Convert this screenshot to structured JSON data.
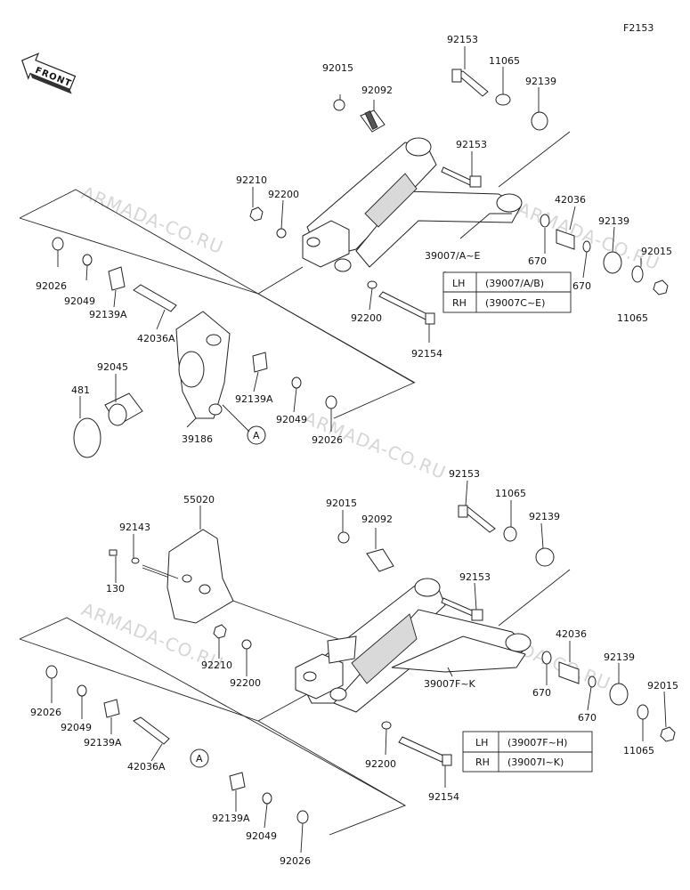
{
  "figure_code": "F2153",
  "front_label": "FRONT",
  "watermark": "ARMADA-CO.RU",
  "top_labels": {
    "p92015": "92015",
    "p92092": "92092",
    "p92153a": "92153",
    "p11065a": "11065",
    "p92139a": "92139",
    "p92153b": "92153",
    "p92210": "92210",
    "p92200a": "92200",
    "p42036": "42036",
    "p92139b": "92139",
    "p92015b": "92015",
    "p11065b": "11065",
    "p670a": "670",
    "p670b": "670",
    "p39007": "39007/A~E",
    "p92200b": "92200",
    "p92154": "92154",
    "p92026a": "92026",
    "p92049a": "92049",
    "p92139A1": "92139A",
    "p42036A": "42036A",
    "p481": "481",
    "p92045": "92045",
    "p92139A2": "92139A",
    "p92049b": "92049",
    "p92026b": "92026",
    "p39186": "39186",
    "refA": "A"
  },
  "top_table": [
    {
      "side": "LH",
      "code": "(39007/A/B)"
    },
    {
      "side": "RH",
      "code": "(39007C~E)"
    }
  ],
  "bottom_labels": {
    "p55020": "55020",
    "p92143": "92143",
    "p130": "130",
    "p92015": "92015",
    "p92092": "92092",
    "p92153a": "92153",
    "p11065a": "11065",
    "p92139a": "92139",
    "p92153b": "92153",
    "p42036": "42036",
    "p92139b": "92139",
    "p92015b": "92015",
    "p670a": "670",
    "p670b": "670",
    "p11065b": "11065",
    "p39007": "39007F~K",
    "p92210": "92210",
    "p92200a": "92200",
    "p92200b": "92200",
    "p92154": "92154",
    "p92026a": "92026",
    "p92049a": "92049",
    "p92139A1": "92139A",
    "p42036A": "42036A",
    "refA": "A",
    "p92139A2": "92139A",
    "p92049b": "92049",
    "p92026b": "92026"
  },
  "bottom_table": [
    {
      "side": "LH",
      "code": "(39007F~H)"
    },
    {
      "side": "RH",
      "code": "(39007I~K)"
    }
  ]
}
